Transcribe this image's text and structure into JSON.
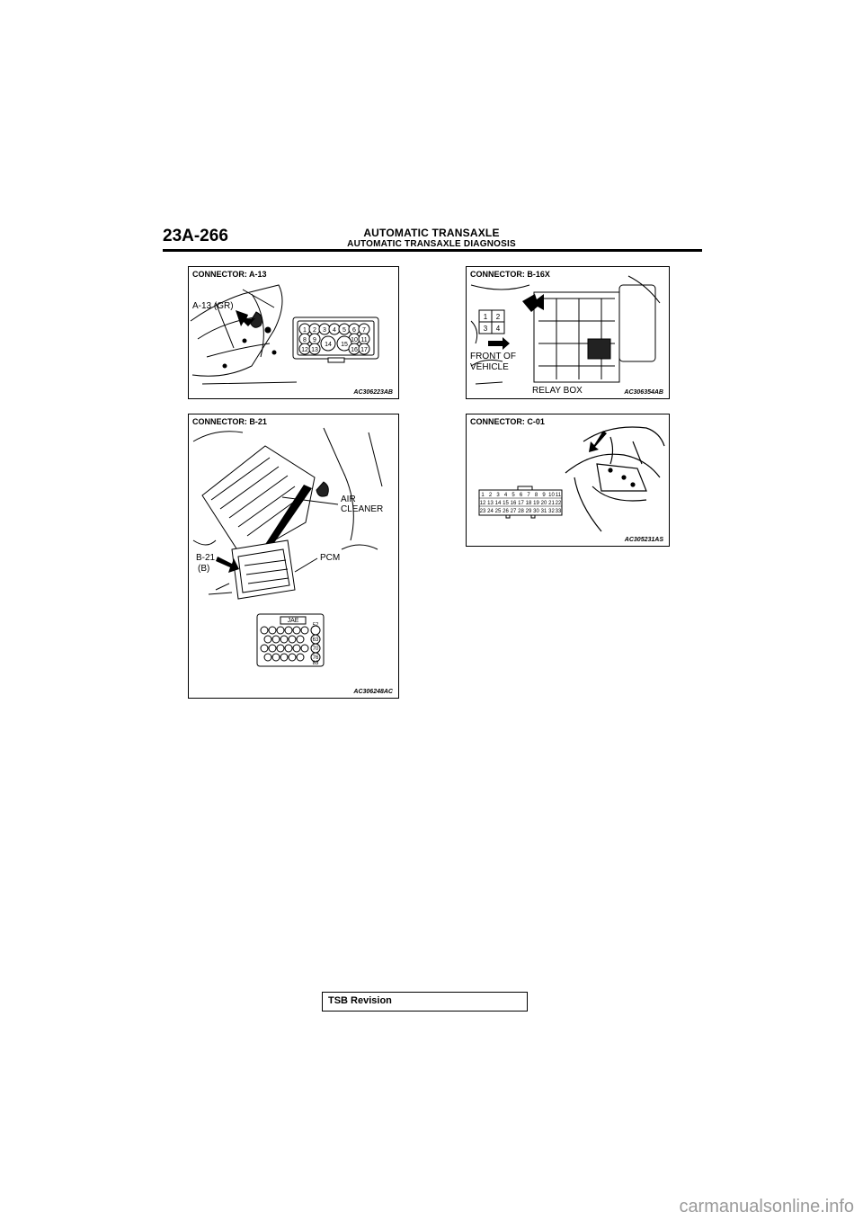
{
  "header": {
    "page_number": "23A-266",
    "title": "AUTOMATIC TRANSAXLE",
    "subtitle": "AUTOMATIC TRANSAXLE DIAGNOSIS"
  },
  "figures": [
    {
      "caption": "CONNECTOR: A-13",
      "code": "AC306223AB",
      "labels": [
        "A-13 (GR)"
      ],
      "pins_row1": [
        "1",
        "2",
        "3",
        "4",
        "5",
        "6",
        "7"
      ],
      "pins_row2": [
        "8",
        "9",
        "10",
        "11"
      ],
      "pins_row3": [
        "12",
        "13",
        "14",
        "15",
        "16",
        "17"
      ]
    },
    {
      "caption": "CONNECTOR: B-16X",
      "code": "AC306354AB",
      "labels": [
        "FRONT OF",
        "VEHICLE",
        "RELAY BOX"
      ],
      "pins": [
        "1",
        "2",
        "3",
        "4"
      ]
    },
    {
      "caption": "CONNECTOR: B-21",
      "code": "AC306248AC",
      "labels": [
        "AIR",
        "CLEANER",
        "B-21",
        "(B)",
        "PCM",
        "JAE"
      ],
      "pins": [
        "57",
        "63",
        "70",
        "76",
        "83"
      ]
    },
    {
      "caption": "CONNECTOR: C-01",
      "code": "AC305231AS",
      "pins_row1": [
        "1",
        "2",
        "3",
        "4",
        "5",
        "6",
        "7",
        "8",
        "9",
        "10",
        "11"
      ],
      "pins_row2": [
        "12",
        "13",
        "14",
        "15",
        "16",
        "17",
        "18",
        "19",
        "20",
        "21",
        "22"
      ],
      "pins_row3": [
        "23",
        "24",
        "25",
        "26",
        "27",
        "28",
        "29",
        "30",
        "31",
        "32",
        "33"
      ]
    }
  ],
  "footer": {
    "tsb_label": "TSB Revision",
    "watermark": "carmanualsonline.info"
  }
}
